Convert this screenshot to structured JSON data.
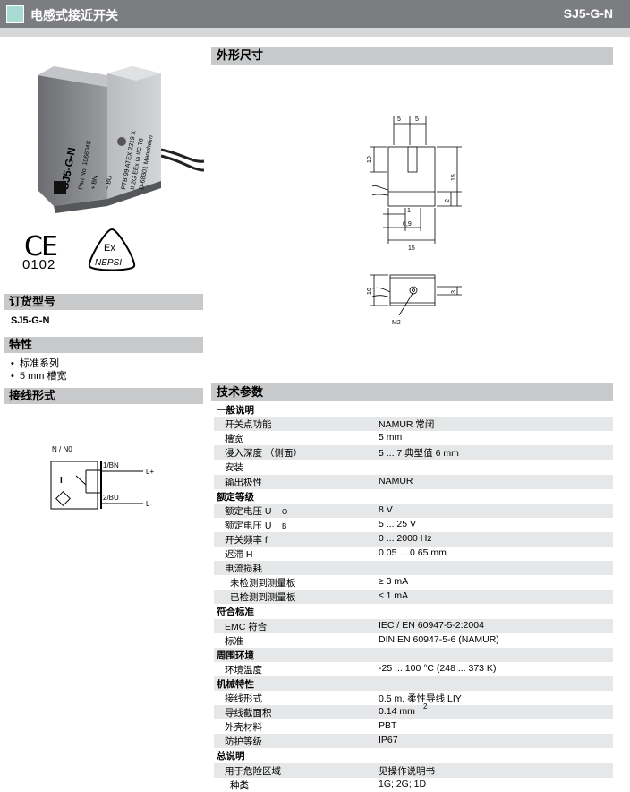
{
  "header": {
    "title": "电感式接近开关",
    "model": "SJ5-G-N"
  },
  "product_image": {
    "text_lines": [
      "SJ5-G-N",
      "Part No. 106604S",
      "PTB 99 ATEX 2219 X",
      "II 2G EEx ia IIC T6",
      "D-68301 Mannheim",
      "+ BN",
      "− BU"
    ]
  },
  "certs": {
    "ce": "CE",
    "ce_number": "0102",
    "ex": "Ex",
    "nepsi": "NEPSI"
  },
  "order": {
    "title": "订货型号",
    "value": "SJ5-G-N"
  },
  "features": {
    "title": "特性",
    "items": [
      "标准系列",
      "5 mm 槽宽"
    ]
  },
  "wiring": {
    "title": "接线形式",
    "label_n": "N / N0",
    "pin1": "1/BN",
    "pin2": "2/BU",
    "l_plus": "L+",
    "l_minus": "L-"
  },
  "dimensions": {
    "title": "外形尺寸",
    "labels": [
      "5",
      "5",
      "10",
      "15",
      "2",
      "1",
      "6,9",
      "15",
      "10",
      "3",
      "M2"
    ]
  },
  "specs": {
    "title": "技术参数",
    "rows": [
      {
        "type": "cat",
        "label": "一般说明",
        "value": ""
      },
      {
        "type": "item",
        "label": "开关点功能",
        "value": "NAMUR     常闭"
      },
      {
        "type": "item",
        "label": "槽宽",
        "value": "5 mm"
      },
      {
        "type": "item",
        "label": "浸入深度 （侧面）",
        "value": "5 ... 7 典型值 6 mm"
      },
      {
        "type": "item",
        "label": "安装",
        "value": ""
      },
      {
        "type": "item",
        "label": "输出极性",
        "value": "NAMUR"
      },
      {
        "type": "cat",
        "label": "额定等级",
        "value": ""
      },
      {
        "type": "item",
        "label": "额定电压 U",
        "sub": "O",
        "value": "8 V"
      },
      {
        "type": "item",
        "label": "额定电压 U",
        "sub": "B",
        "value": "5 ... 25 V"
      },
      {
        "type": "item",
        "label": "开关频率 f",
        "value": "0 ... 2000 Hz"
      },
      {
        "type": "item",
        "label": "迟滞 H",
        "value": "0.05 ... 0.65 mm"
      },
      {
        "type": "item",
        "label": "电流损耗",
        "value": ""
      },
      {
        "type": "sub",
        "label": "未检测到测量板",
        "value": "≥ 3 mA"
      },
      {
        "type": "sub",
        "label": "已检测到测量板",
        "value": "≤ 1 mA"
      },
      {
        "type": "cat",
        "label": "符合标准",
        "value": ""
      },
      {
        "type": "item",
        "label": "EMC 符合",
        "value": "IEC / EN 60947-5-2:2004"
      },
      {
        "type": "item",
        "label": "标准",
        "value": "DIN EN 60947-5-6 (NAMUR)"
      },
      {
        "type": "cat",
        "label": "周围环境",
        "value": ""
      },
      {
        "type": "item",
        "label": "环境温度",
        "value": "-25 ... 100 °C (248 ... 373 K)"
      },
      {
        "type": "cat",
        "label": "机械特性",
        "value": ""
      },
      {
        "type": "item",
        "label": "接线形式",
        "value": "0.5 m, 柔性导线 LIY"
      },
      {
        "type": "item",
        "label": "导线截面积",
        "value": "0.14 mm",
        "sup": "2"
      },
      {
        "type": "item",
        "label": "外壳材料",
        "value": "PBT"
      },
      {
        "type": "item",
        "label": "防护等级",
        "value": "IP67"
      },
      {
        "type": "cat",
        "label": "总说明",
        "value": ""
      },
      {
        "type": "item",
        "label": "用于危险区域",
        "value": "见操作说明书"
      },
      {
        "type": "sub",
        "label": "种类",
        "value": "1G; 2G; 1D"
      }
    ]
  }
}
